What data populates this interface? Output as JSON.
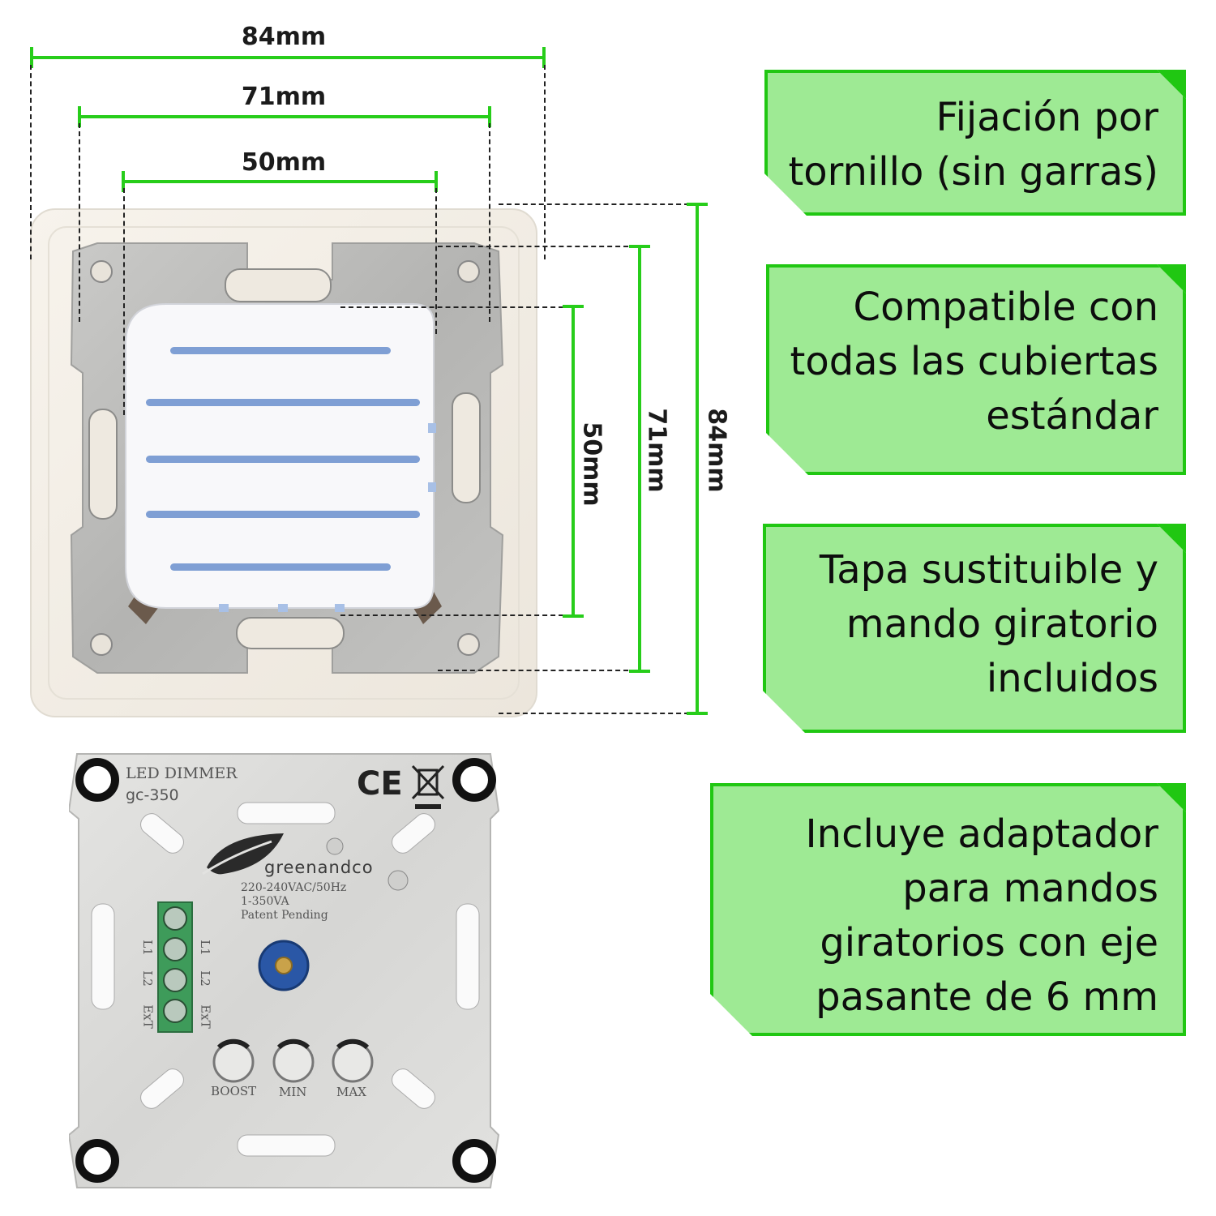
{
  "dimensions": {
    "width_outer": "84mm",
    "width_middle": "71mm",
    "width_inner": "50mm",
    "height_inner": "50mm",
    "height_middle": "71mm",
    "height_outer": "84mm"
  },
  "callouts": [
    {
      "text": "Fijación por\ntornillo (sin garras)"
    },
    {
      "text": "Compatible con\ntodas las cubiertas\nestándar"
    },
    {
      "text": "Tapa sustituible y\nmando giratorio\nincluidos"
    },
    {
      "text": "Incluye adaptador\npara mandos\ngiratorios con eje\npasante de 6 mm"
    }
  ],
  "dimmer": {
    "model_title": "LED DIMMER",
    "model_code": "gc-350",
    "brand": "greenandco",
    "rating_voltage": "220-240VAC/50Hz",
    "rating_power": "1-350VA",
    "patent": "Patent Pending",
    "terminal_labels_left": [
      "L1",
      "L2",
      "ExT"
    ],
    "terminal_labels_right": [
      "L1",
      "L2",
      "ExT"
    ],
    "knob_labels": [
      "BOOST",
      "MIN",
      "MAX"
    ],
    "ce_mark": "CE"
  },
  "colors": {
    "accent_green": "#27cd1a",
    "callout_fill": "#9eea94",
    "callout_border": "#20c712"
  }
}
